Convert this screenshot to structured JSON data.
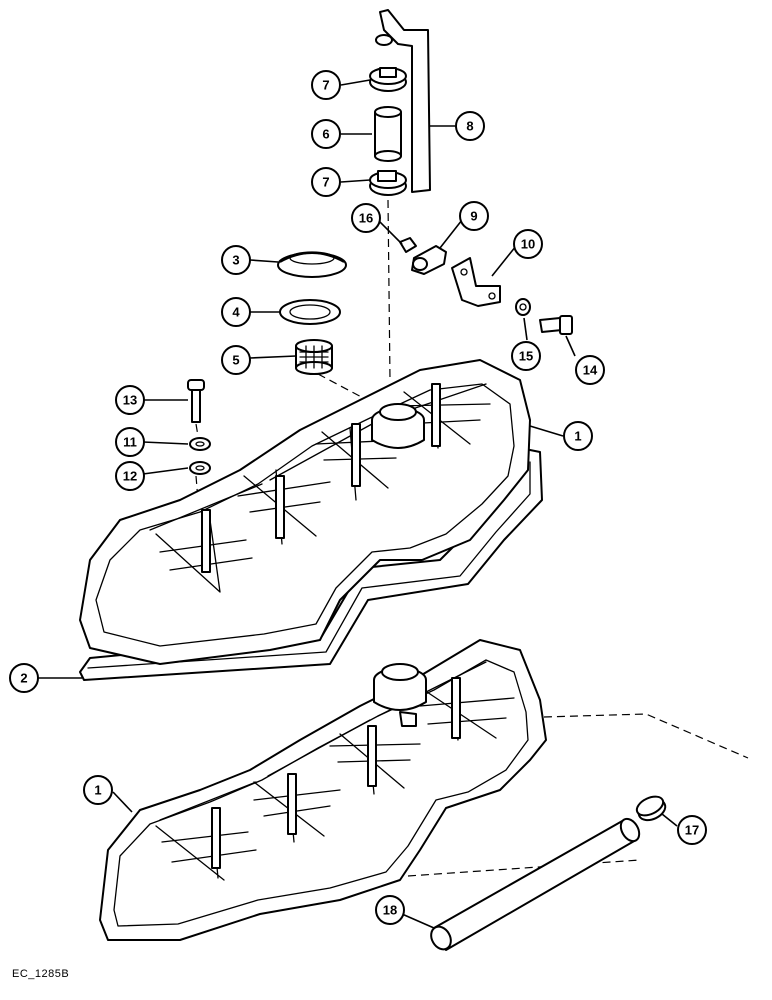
{
  "drawing_ref": "EC_1285B",
  "callouts": [
    {
      "id": "c7a",
      "label": "7"
    },
    {
      "id": "c6",
      "label": "6"
    },
    {
      "id": "c8",
      "label": "8"
    },
    {
      "id": "c7b",
      "label": "7"
    },
    {
      "id": "c16",
      "label": "16"
    },
    {
      "id": "c9",
      "label": "9"
    },
    {
      "id": "c10",
      "label": "10"
    },
    {
      "id": "c3",
      "label": "3"
    },
    {
      "id": "c4",
      "label": "4"
    },
    {
      "id": "c5",
      "label": "5"
    },
    {
      "id": "c15",
      "label": "15"
    },
    {
      "id": "c14",
      "label": "14"
    },
    {
      "id": "c13",
      "label": "13"
    },
    {
      "id": "c1a",
      "label": "1"
    },
    {
      "id": "c11",
      "label": "11"
    },
    {
      "id": "c12",
      "label": "12"
    },
    {
      "id": "c2",
      "label": "2"
    },
    {
      "id": "c1b",
      "label": "1"
    },
    {
      "id": "c17",
      "label": "17"
    },
    {
      "id": "c18",
      "label": "18"
    }
  ]
}
